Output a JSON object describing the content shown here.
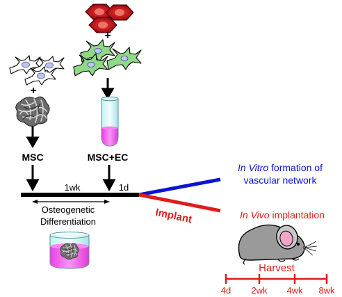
{
  "labels": {
    "plus_top": "+",
    "plus_left": "+",
    "msc": "MSC",
    "msc_ec": "MSC+EC",
    "week": "1wk",
    "day": "1d",
    "osteo_line1": "Osteogenetic",
    "osteo_line2": "Differentiation",
    "in_vitro_italic": "In Vitro",
    "in_vitro_rest": " formation of",
    "vascular_network": "vascular network",
    "in_vivo_italic": "In Vivo",
    "in_vivo_rest": " implantation",
    "implant": "Implant",
    "harvest": "Harvest"
  },
  "harvest_ticks": [
    "4d",
    "2wk",
    "4wk",
    "8wk"
  ],
  "colors": {
    "in_vitro": "#0a14d2",
    "in_vivo": "#e01b1b",
    "timeline": "#000000",
    "medium": "#f25ef0",
    "ec_cell": "#8fd886",
    "red_cell": "#c0161b",
    "msc_cell_nucleus": "#bcc5ee"
  }
}
